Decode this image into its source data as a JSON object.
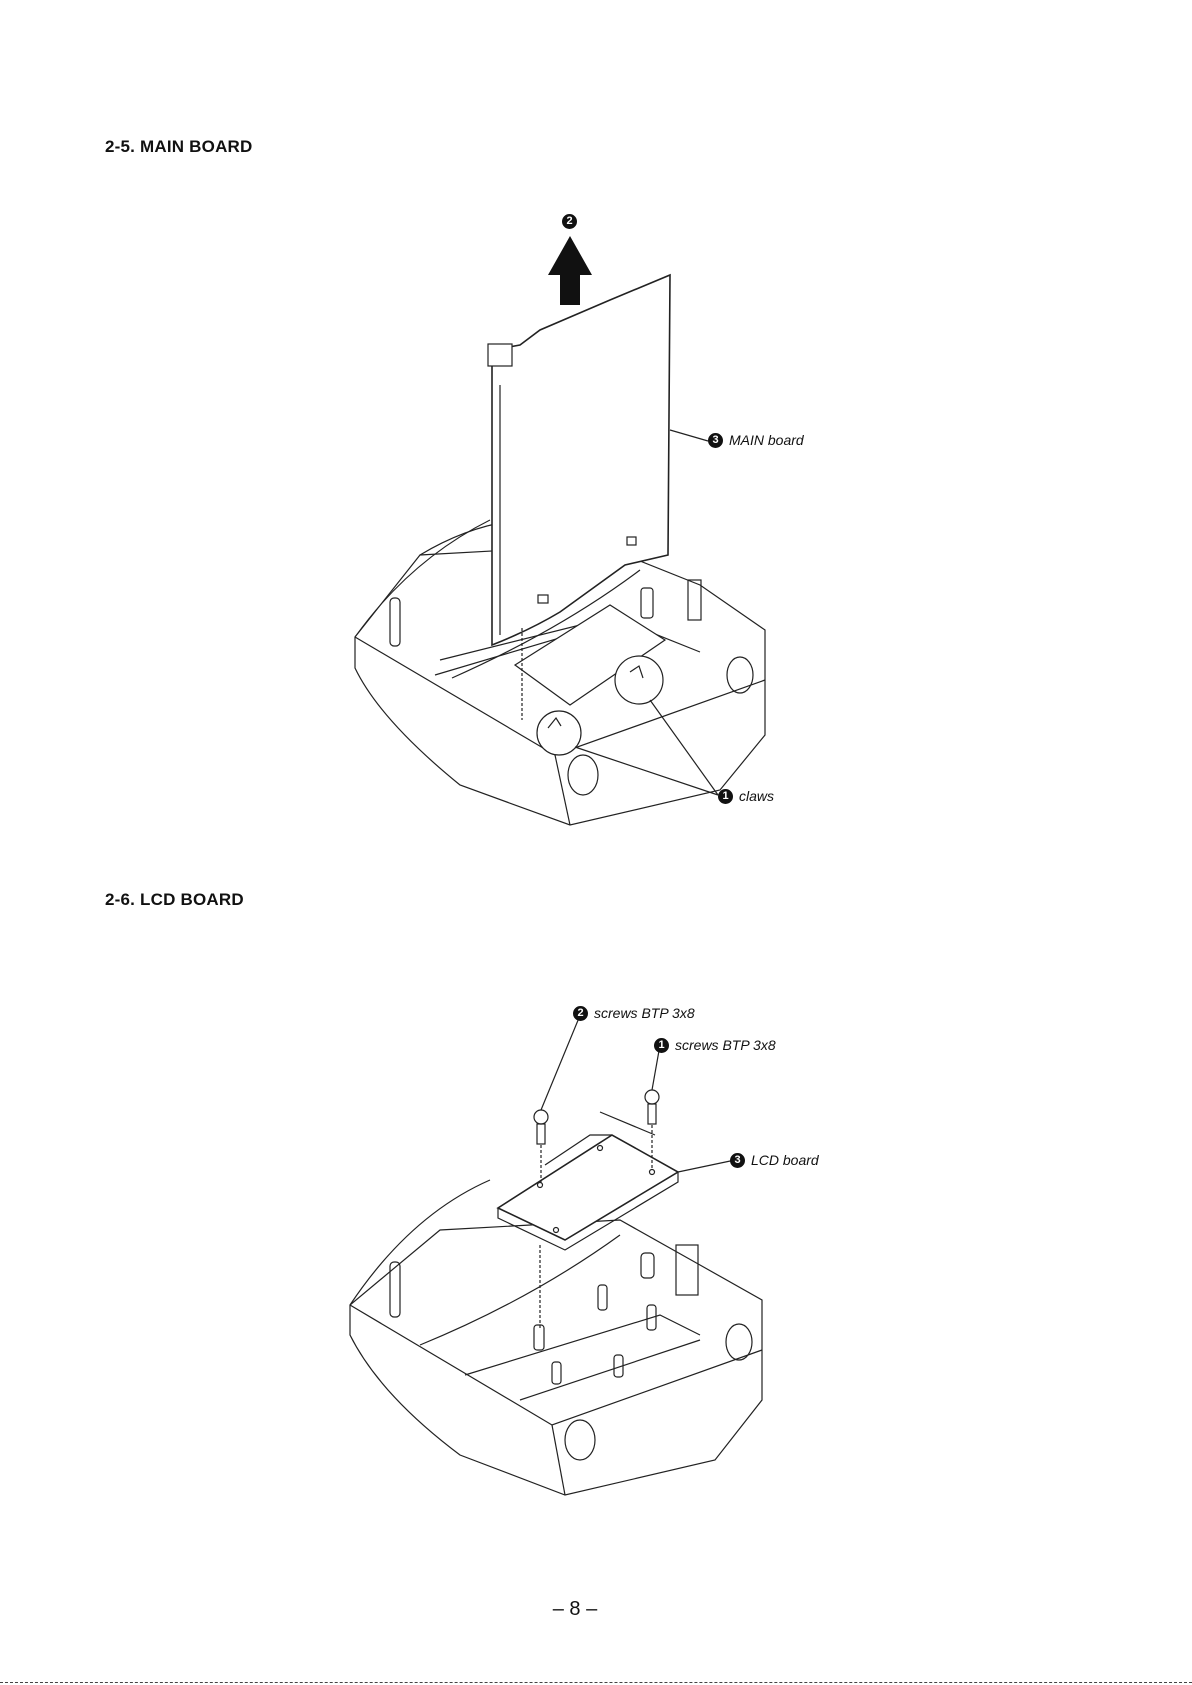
{
  "sections": [
    {
      "heading": "2-5. MAIN BOARD"
    },
    {
      "heading": "2-6. LCD BOARD"
    }
  ],
  "fig1": {
    "arrow_step": "2",
    "callouts": [
      {
        "num": "3",
        "text": "MAIN board"
      },
      {
        "num": "1",
        "text": "claws"
      }
    ]
  },
  "fig2": {
    "callouts": [
      {
        "num": "2",
        "text": "screws BTP 3x8"
      },
      {
        "num": "1",
        "text": "screws BTP 3x8"
      },
      {
        "num": "3",
        "text": "LCD board"
      }
    ]
  },
  "footer": {
    "page": "– 8 –"
  }
}
